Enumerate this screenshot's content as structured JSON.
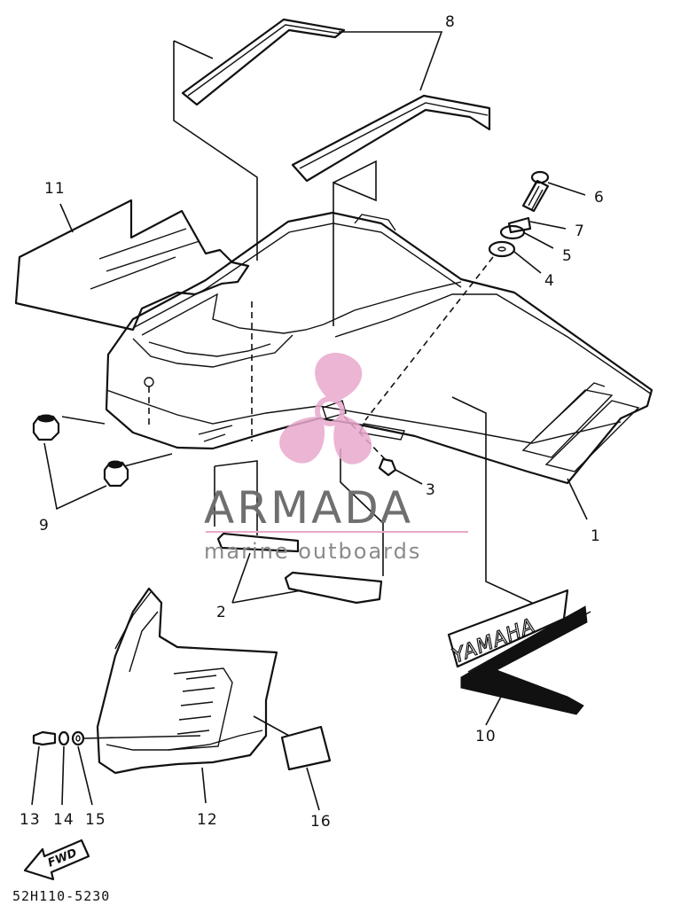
{
  "callouts": [
    {
      "id": "1",
      "label": "1"
    },
    {
      "id": "2",
      "label": "2"
    },
    {
      "id": "3",
      "label": "3"
    },
    {
      "id": "4",
      "label": "4"
    },
    {
      "id": "5",
      "label": "5"
    },
    {
      "id": "6",
      "label": "6"
    },
    {
      "id": "7",
      "label": "7"
    },
    {
      "id": "8",
      "label": "8"
    },
    {
      "id": "9",
      "label": "9"
    },
    {
      "id": "10",
      "label": "10"
    },
    {
      "id": "11",
      "label": "11"
    },
    {
      "id": "12",
      "label": "12"
    },
    {
      "id": "13",
      "label": "13"
    },
    {
      "id": "14",
      "label": "14"
    },
    {
      "id": "15",
      "label": "15"
    },
    {
      "id": "16",
      "label": "16"
    }
  ],
  "decal_text": "YAMAHA",
  "fwd_label": "FWD",
  "diagram_code": "52H110-5230",
  "watermark": {
    "brand": "ARMADA",
    "tagline": "marine outboards",
    "logo_color": "#e8a9cc",
    "text_color": "#6f6f6f"
  }
}
